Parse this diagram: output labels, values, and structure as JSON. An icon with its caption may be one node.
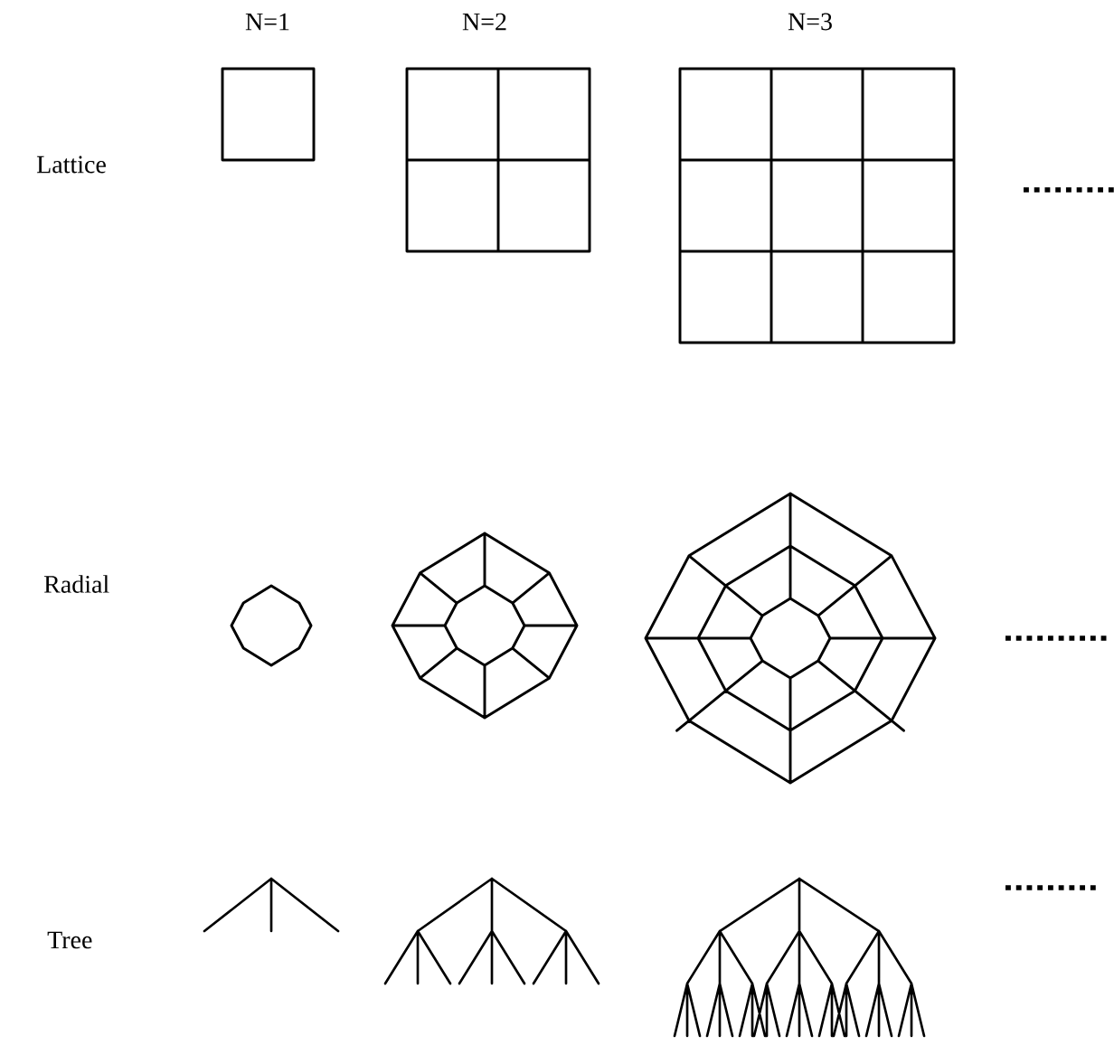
{
  "diagram": {
    "labels": [
      "N=1",
      "N=2",
      "N=3",
      "Lattice",
      "Radial",
      "Tree"
    ]
  }
}
